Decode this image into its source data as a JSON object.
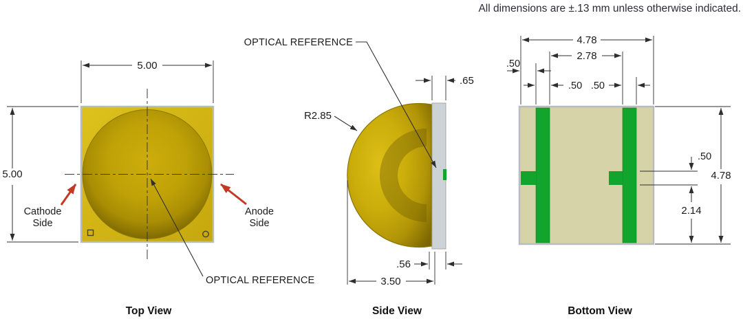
{
  "note": "All dimensions are ±.13 mm unless otherwise indicated.",
  "top_view": {
    "title": "Top View",
    "dim_width": "5.00",
    "dim_height": "5.00",
    "cathode_line1": "Cathode",
    "cathode_line2": "Side",
    "anode_line1": "Anode",
    "anode_line2": "Side",
    "optical_reference": "OPTICAL REFERENCE"
  },
  "side_view": {
    "title": "Side View",
    "optical_reference": "OPTICAL REFERENCE",
    "dim_radius": "R2.85",
    "dim_substrate_thickness": ".65",
    "dim_base": ".56",
    "dim_lens_width": "3.50"
  },
  "bottom_view": {
    "title": "Bottom View",
    "dim_overall_width": "4.78",
    "dim_pad_span": "2.78",
    "dim_edge_gap": ".50",
    "dim_pad_width_left": ".50",
    "dim_pad_width_right": ".50",
    "dim_tab_height": ".50",
    "dim_overall_height": "4.78",
    "dim_tab_to_edge": "2.14"
  },
  "colors": {
    "lens_gold": "#c9a90b",
    "pad_green": "#12a52e",
    "substrate_gray": "#cdd2d6",
    "body_tan": "#d7d3a8",
    "arrow_red": "#c13a26",
    "line_dark": "#2e2e2e"
  }
}
